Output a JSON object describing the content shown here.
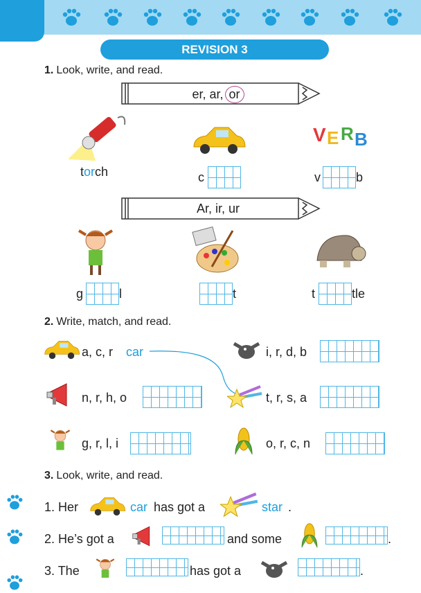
{
  "header": {
    "title": "REVISION 3"
  },
  "section1": {
    "number": "1.",
    "instruction": "Look, write, and read.",
    "group1_letters": "er, ar,",
    "group1_circled": "or",
    "group2_letters": "Ar, ir, ur",
    "words_row1": [
      {
        "pre": "t",
        "fill": "or",
        "post": "ch"
      },
      {
        "pre": "c",
        "post": ""
      },
      {
        "pre": "v",
        "post": "b"
      }
    ],
    "words_row2": [
      {
        "pre": "g",
        "post": "l"
      },
      {
        "pre": "",
        "post": "t"
      },
      {
        "pre": "t",
        "post": "tle"
      }
    ]
  },
  "section2": {
    "number": "2.",
    "instruction": "Write, match, and read.",
    "left": [
      {
        "letters": "a, c, r",
        "answer": "car"
      },
      {
        "letters": "n, r, h, o"
      },
      {
        "letters": "g, r, l, i"
      }
    ],
    "right": [
      {
        "letters": "i, r, d, b"
      },
      {
        "letters": "t, r, s, a"
      },
      {
        "letters": "o, r, c, n"
      }
    ]
  },
  "section3": {
    "number": "3.",
    "instruction": "Look, write, and read.",
    "s1": {
      "a": "1. Her",
      "b": "car",
      "c": "has got a",
      "d": "star",
      "e": "."
    },
    "s2": {
      "a": "2. He’s got a",
      "c": "and some",
      "e": "."
    },
    "s3": {
      "a": "3. The",
      "c": "has got a",
      "e": "."
    }
  },
  "colors": {
    "accent": "#1f9fdc",
    "band": "#a3d9f3"
  }
}
